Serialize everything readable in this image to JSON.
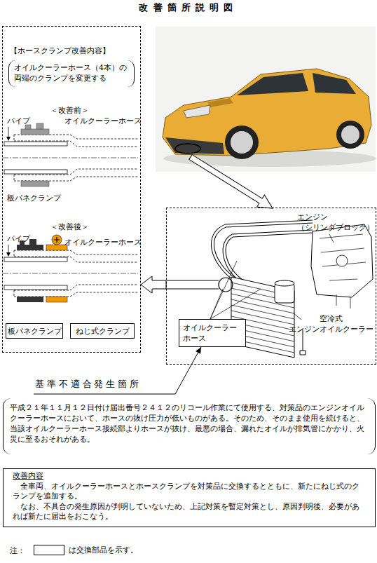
{
  "diagram": {
    "title": "改善箇所説明図",
    "nodes": [
      {
        "text": [
          "【ホースクランプ改善内容】"
        ]
      },
      {
        "text": [
          "オイルクーラーホース（4本）の 両端のクランプを変更する"
        ],
        "in": 0
      },
      {
        "text": [
          "板バネクランプ"
        ],
        "in": 0
      },
      {
        "text": [
          "ねじ式クランプ"
        ],
        "in": 0
      },
      {
        "text": [
          "エンジン （シリンダブロック）",
          "空冷式 エンジンオイルクーラー"
        ]
      },
      {
        "text": [
          "オイルクーラー ホース"
        ],
        "in": 4
      },
      {
        "text": [
          "基準不適合発生箇所",
          "平成２１年１１月１２日付け届出番号２４１２のリコール作業にて使用する、対策品のエンジンオイルクーラーホースにおいて、ホースの抜け圧力が低いものがある。そのため、そのまま使用を続けると、当該オイルクーラーホース接続部よりホースが抜け、最悪の場合、漏れたオイルが排気管にかかり、火災に至るおそれがある。"
        ]
      },
      {
        "text": [
          "改善内容",
          "全車両、オイルクーラーホースとホースクランプを対策品に交換するとともに、新たにねじ式のクランプを追加する。",
          "なお、不具合の発生原因が判明していないため、上記対策を暫定対策とし、原因判明後、必要があれば新たに届出をおこなう。"
        ]
      }
    ],
    "edges": [
      {
        "from": 4,
        "to": 0,
        "arrow": "to"
      },
      {
        "from": 6,
        "to": 5,
        "arrow": "to"
      }
    ],
    "labels": [
      "＜改善前＞",
      "パイプ",
      "オイルクーラーホース",
      "板バネクランプ",
      "＜改善後＞",
      "パイプ",
      "オイルクーラーホース",
      "注："
    ],
    "legend": [
      {
        "text": "は交換部品を示す。"
      }
    ]
  }
}
